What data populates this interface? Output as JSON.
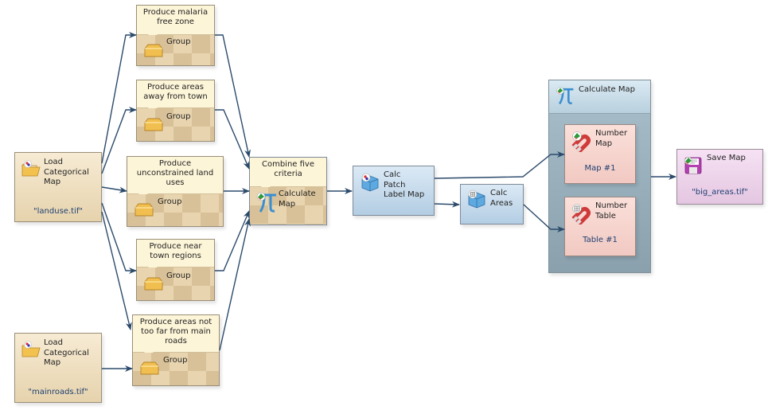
{
  "diagram": {
    "nodes": {
      "load_landuse": {
        "title": "Load Categorical Map",
        "title_lines": [
          "Load",
          "Categorical",
          "Map"
        ],
        "value": "\"landuse.tif\"",
        "icon": "folder-open-icon"
      },
      "load_mainroads": {
        "title": "Load Categorical Map",
        "title_lines": [
          "Load",
          "Categorical",
          "Map"
        ],
        "value": "\"mainroads.tif\"",
        "icon": "folder-open-icon"
      },
      "group_malaria": {
        "description": "Produce malaria free zone",
        "label": "Group",
        "icon": "folder-closed-icon"
      },
      "group_away_town": {
        "description": "Produce areas away from town",
        "label": "Group",
        "icon": "folder-closed-icon"
      },
      "group_unconstrained": {
        "description": "Produce unconstrained land uses",
        "label": "Group",
        "icon": "folder-closed-icon"
      },
      "group_near_town": {
        "description": "Produce near town regions",
        "label": "Group",
        "icon": "folder-closed-icon"
      },
      "group_main_roads": {
        "description": "Produce areas not too far from main roads",
        "label": "Group",
        "icon": "folder-closed-icon"
      },
      "combine_criteria": {
        "description": "Combine five criteria",
        "title_lines": [
          "Calculate",
          "Map"
        ],
        "icon": "pi-icon"
      },
      "calc_patch": {
        "title_lines": [
          "Calc",
          "Patch",
          "Label Map"
        ],
        "icon": "box-map-icon"
      },
      "calc_areas": {
        "title_lines": [
          "Calc",
          "Areas"
        ],
        "icon": "box-table-icon"
      },
      "calculate_map_container": {
        "title": "Calculate Map",
        "icon": "pi-icon"
      },
      "number_map": {
        "title_lines": [
          "Number",
          "Map"
        ],
        "value": "Map #1",
        "icon": "magnet-map-icon"
      },
      "number_table": {
        "title_lines": [
          "Number",
          "Table"
        ],
        "value": "Table #1",
        "icon": "magnet-table-icon"
      },
      "save_map": {
        "title": "Save Map",
        "value": "\"big_areas.tif\"",
        "icon": "floppy-disk-icon"
      }
    },
    "connections": [
      [
        "load_landuse",
        "group_malaria"
      ],
      [
        "load_landuse",
        "group_away_town"
      ],
      [
        "load_landuse",
        "group_unconstrained"
      ],
      [
        "load_landuse",
        "group_near_town"
      ],
      [
        "load_landuse",
        "group_main_roads"
      ],
      [
        "load_mainroads",
        "group_main_roads"
      ],
      [
        "group_malaria",
        "combine_criteria"
      ],
      [
        "group_away_town",
        "combine_criteria"
      ],
      [
        "group_unconstrained",
        "combine_criteria"
      ],
      [
        "group_near_town",
        "combine_criteria"
      ],
      [
        "group_main_roads",
        "combine_criteria"
      ],
      [
        "combine_criteria",
        "calc_patch"
      ],
      [
        "calc_patch",
        "calc_areas"
      ],
      [
        "calc_patch",
        "number_map"
      ],
      [
        "calc_areas",
        "number_table"
      ],
      [
        "calculate_map_container",
        "save_map"
      ]
    ],
    "colors": {
      "wire": "#2b4a6b",
      "load_node": "#ecdcbc",
      "group_header": "#fdf5d8",
      "calc_node": "#c5dbee",
      "container": "#9cb3bf",
      "number_node": "#f6d4cd",
      "save_node": "#ecd2ea",
      "value_text": "#1e3f72"
    }
  }
}
